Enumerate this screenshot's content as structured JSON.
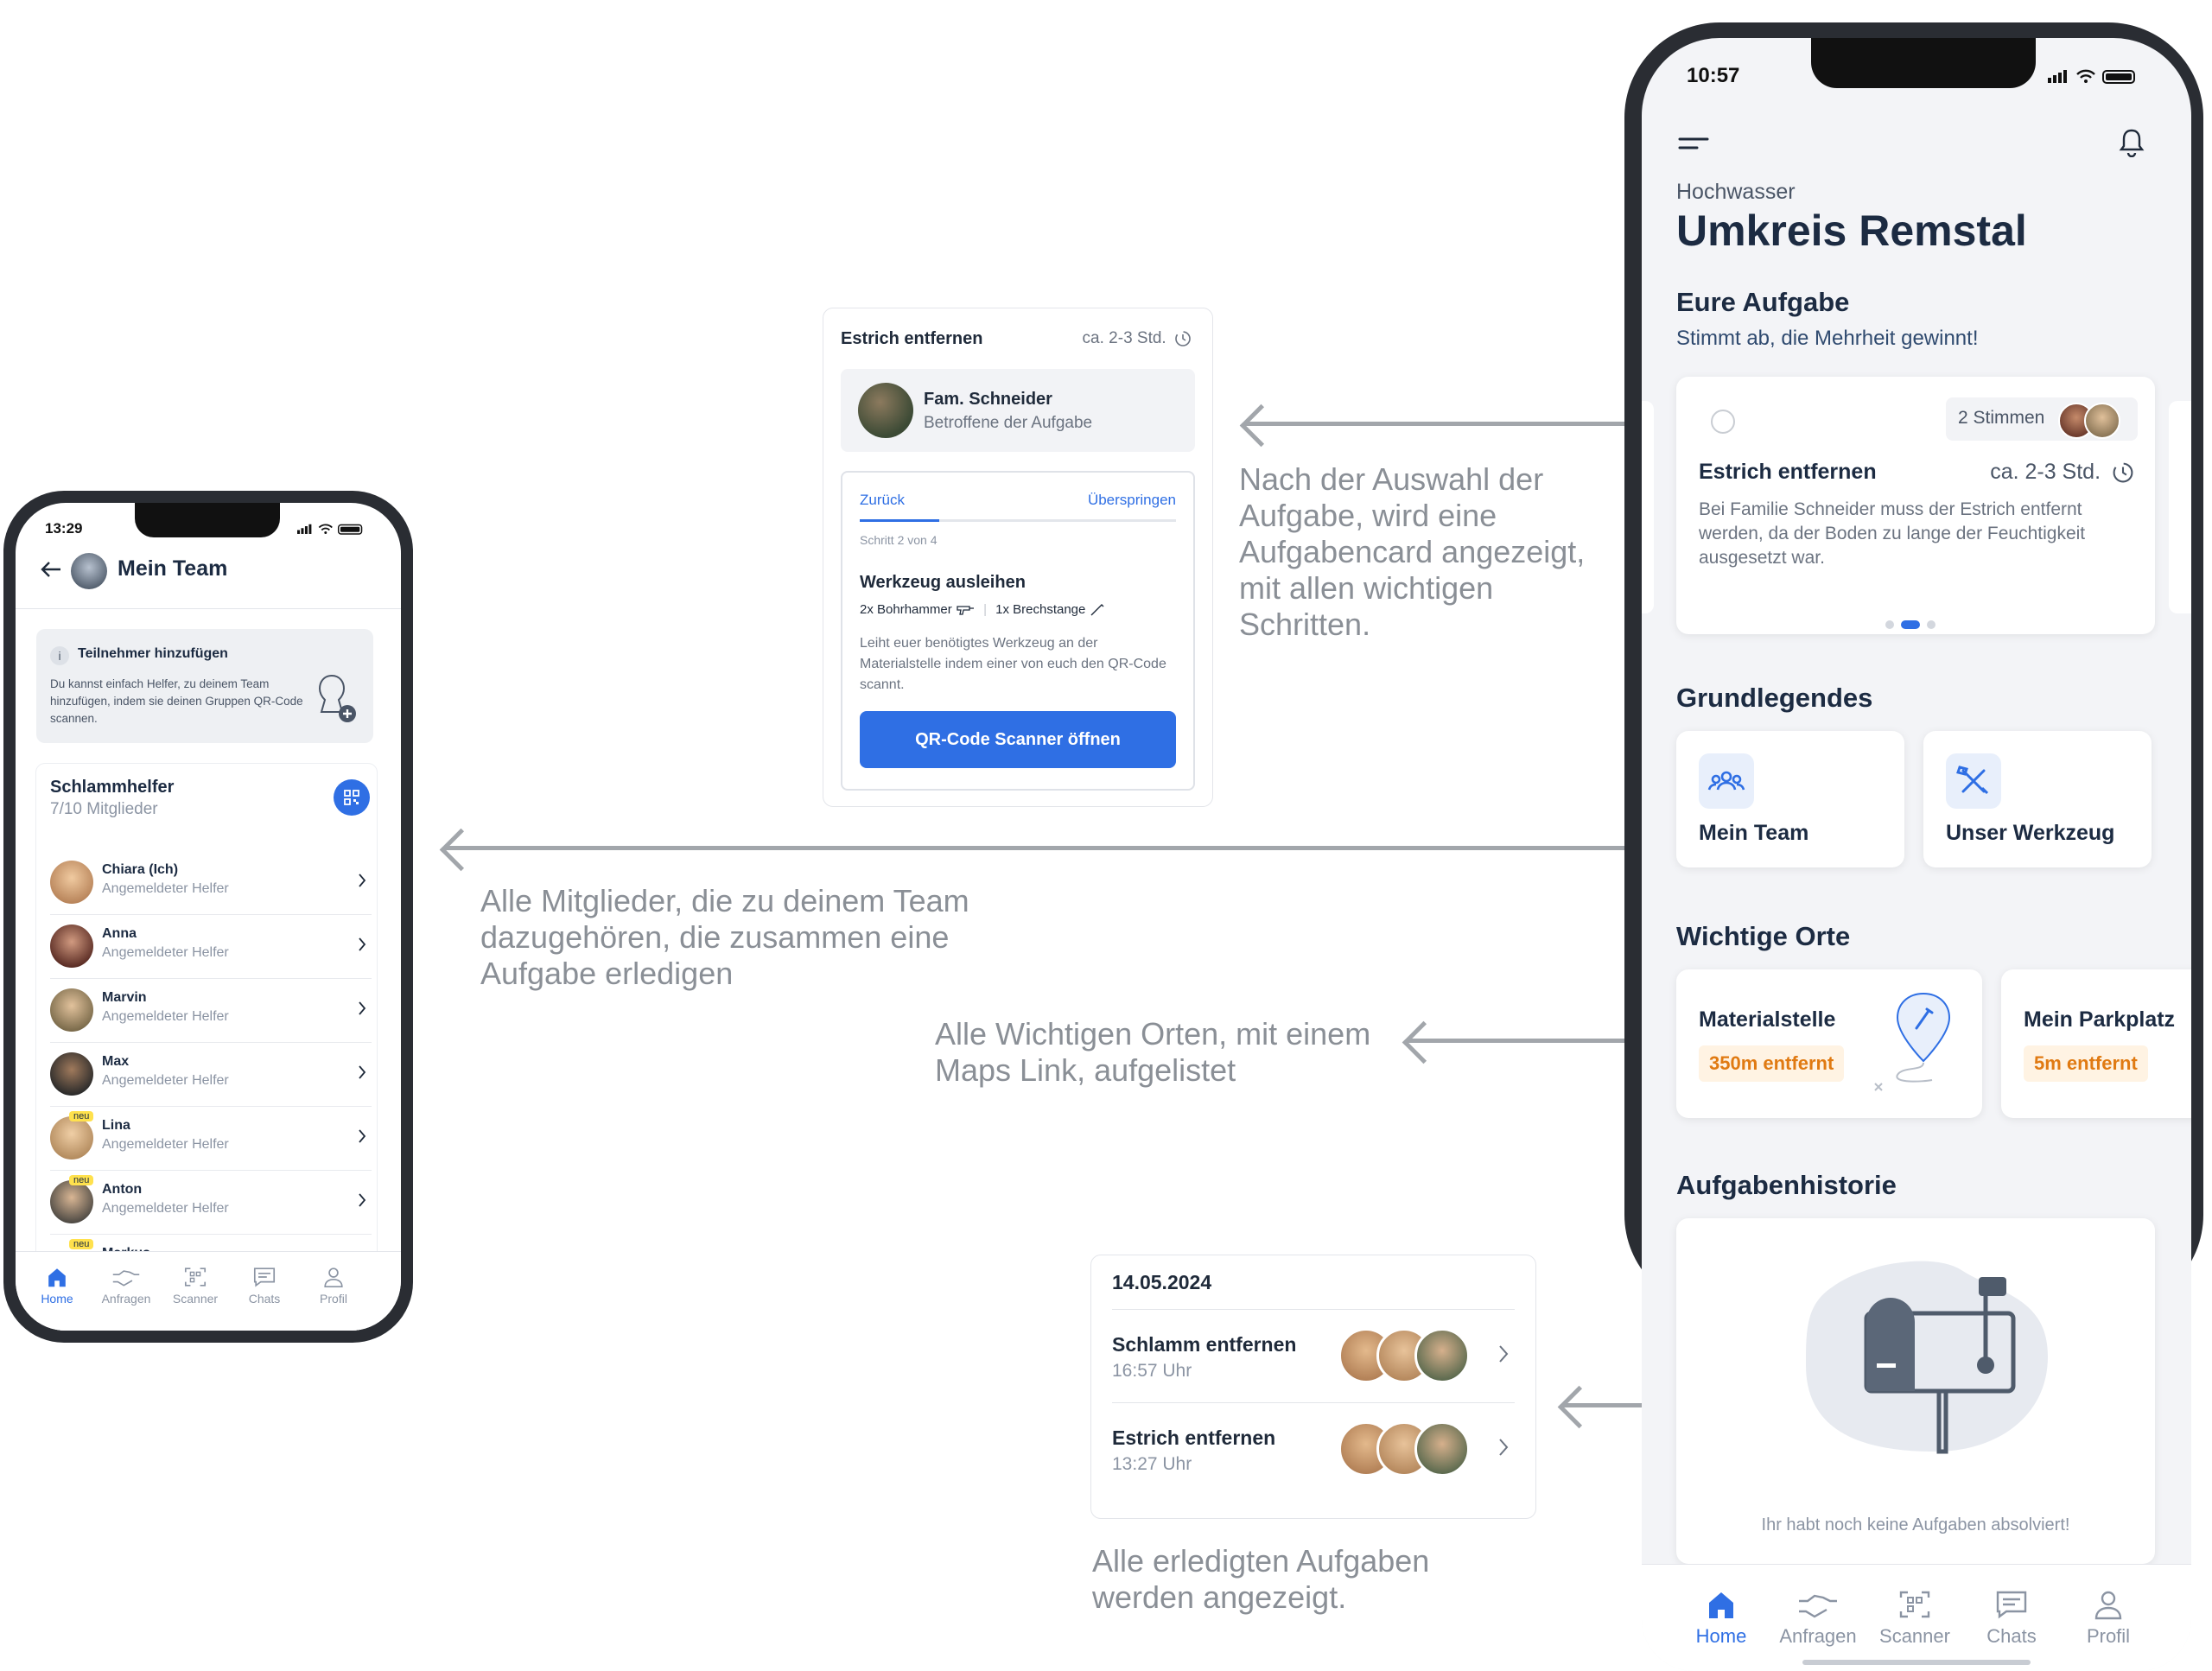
{
  "annotations": {
    "task_card": "Nach der Auswahl der Aufgabe, wird eine Aufgabencard angezeigt, mit allen wichtigen Schritten.",
    "team": "Alle Mitglieder, die zu deinem Team dazugehören, die zusammen eine Aufgabe erledigen",
    "places": "Alle Wichtigen Orten, mit einem Maps Link, aufgelistet",
    "history": "Alle erledigten Aufgaben werden angezeigt."
  },
  "task_card": {
    "title": "Estrich entfernen",
    "duration": "ca. 2-3 Std.",
    "owner_name": "Fam. Schneider",
    "owner_role": "Betroffene der Aufgabe",
    "back": "Zurück",
    "skip": "Überspringen",
    "step": "Schritt 2 von 4",
    "step_title": "Werkzeug ausleihen",
    "tool1": "2x Bohrhammer",
    "tool2": "1x Brechstange",
    "description": "Leiht euer benötigtes Werkzeug an der Materialstelle indem einer von euch den QR-Code scannt.",
    "button": "QR-Code Scanner öffnen"
  },
  "history_card": {
    "date": "14.05.2024",
    "items": [
      {
        "title": "Schlamm entfernen",
        "time": "16:57 Uhr"
      },
      {
        "title": "Estrich entfernen",
        "time": "13:27 Uhr"
      }
    ]
  },
  "big_phone": {
    "time": "10:57",
    "context": "Hochwasser",
    "title": "Umkreis Remstal",
    "tasks_heading": "Eure Aufgabe",
    "tasks_sub": "Stimmt ab, die Mehrheit gewinnt!",
    "vote_card": {
      "votes": "2 Stimmen",
      "title": "Estrich entfernen",
      "duration": "ca. 2-3 Std.",
      "description": "Bei Familie Schneider muss der Estrich entfernt werden, da der Boden zu lange der Feuchtigkeit ausgesetzt war."
    },
    "basics_heading": "Grundlegendes",
    "basics": [
      {
        "label": "Mein Team",
        "icon": "team-icon"
      },
      {
        "label": "Unser Werkzeug",
        "icon": "tools-icon"
      }
    ],
    "places_heading": "Wichtige Orte",
    "places": [
      {
        "name": "Materialstelle",
        "distance": "350m entfernt"
      },
      {
        "name": "Mein Parkplatz",
        "distance": "5m entfernt"
      }
    ],
    "history_heading": "Aufgabenhistorie",
    "history_empty": "Ihr habt noch keine Aufgaben absolviert!",
    "nav": [
      "Home",
      "Anfragen",
      "Scanner",
      "Chats",
      "Profil"
    ]
  },
  "small_phone": {
    "time": "13:29",
    "title": "Mein Team",
    "info_title": "Teilnehmer hinzufügen",
    "info_text": "Du kannst einfach Helfer, zu deinem Team hinzufügen, indem sie deinen Gruppen QR-Code scannen.",
    "group_name": "Schlammhelfer",
    "group_count": "7/10 Mitglieder",
    "members": [
      {
        "name": "Chiara (Ich)",
        "role": "Angemeldeter Helfer",
        "badge": ""
      },
      {
        "name": "Anna",
        "role": "Angemeldeter Helfer",
        "badge": ""
      },
      {
        "name": "Marvin",
        "role": "Angemeldeter Helfer",
        "badge": ""
      },
      {
        "name": "Max",
        "role": "Angemeldeter Helfer",
        "badge": ""
      },
      {
        "name": "Lina",
        "role": "Angemeldeter Helfer",
        "badge": "neu"
      },
      {
        "name": "Anton",
        "role": "Angemeldeter Helfer",
        "badge": "neu"
      },
      {
        "name": "Markus",
        "role": "",
        "badge": "neu"
      }
    ],
    "nav": [
      "Home",
      "Anfragen",
      "Scanner",
      "Chats",
      "Profil"
    ]
  },
  "colors": {
    "accent": "#2f6fe4",
    "orange_text": "#e07a12",
    "orange_bg": "#fff3e3",
    "annotation": "#8a8f96",
    "connector": "#a2a6ab"
  }
}
